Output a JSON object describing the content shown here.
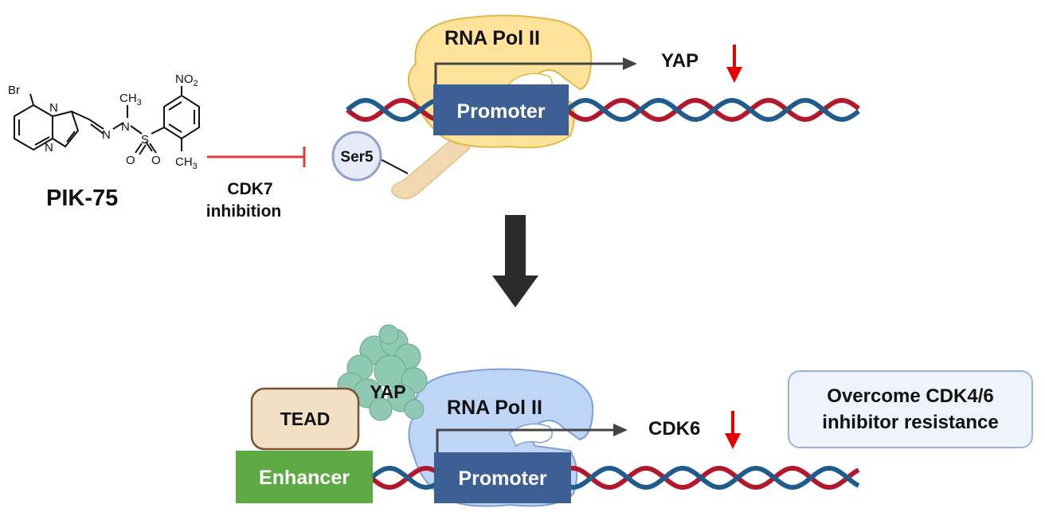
{
  "colors": {
    "strand_red": "#B2182B",
    "strand_blue": "#1F5C8C",
    "pol_top": "#FFE39B",
    "pol_top_stroke": "#E0B84A",
    "pol_bottom": "#BFD5F5",
    "pol_bottom_stroke": "#7FA0D6",
    "promoter": "#3E5F93",
    "enhancer": "#5DAA44",
    "tead": "#F3DFC4",
    "tead_stroke": "#7A5230",
    "yap_protein": "#8FC9B3",
    "inhibition_line": "#E53935",
    "down_arrow": "#E60000",
    "flow_arrow": "#2B2B2B",
    "callout_fill": "#EEF3FC",
    "callout_stroke": "#9AB3DE"
  },
  "compound": {
    "name": "PIK-75",
    "atoms": {
      "br": "Br",
      "n_ring": "N",
      "n_ring2": "N",
      "n_imine": "N",
      "n_hydrazone": "N",
      "methyl_n": "CH",
      "methyl_n_sub": "3",
      "sulfur": "S",
      "oxygen1": "O",
      "oxygen2": "O",
      "nitro": "NO",
      "nitro_sub": "2",
      "methyl_ring": "CH",
      "methyl_ring_sub": "3"
    }
  },
  "inhibition_label_line1": "CDK7",
  "inhibition_label_line2": "inhibition",
  "top_panel": {
    "pol_label": "RNA Pol II",
    "promoter_label": "Promoter",
    "target_gene": "YAP",
    "ser5_label": "Ser5",
    "trend": "down"
  },
  "bottom_panel": {
    "pol_label": "RNA Pol II",
    "promoter_label": "Promoter",
    "enhancer_label": "Enhancer",
    "tead_label": "TEAD",
    "yap_label": "YAP",
    "target_gene": "CDK6",
    "trend": "down"
  },
  "outcome_box": {
    "line1": "Overcome CDK4/6",
    "line2": "inhibitor resistance"
  }
}
